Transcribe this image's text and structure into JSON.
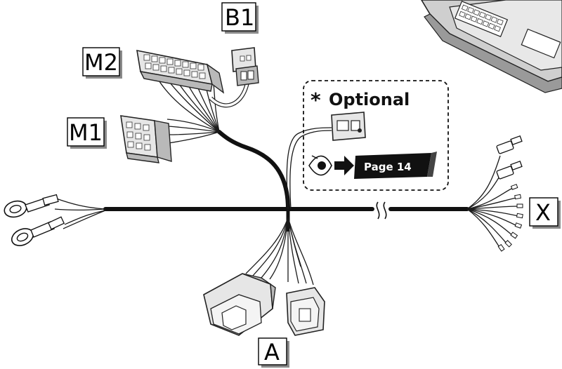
{
  "labels": {
    "b1": "B1",
    "m2": "M2",
    "m1": "M1",
    "x": "X",
    "a": "A"
  },
  "optional": {
    "asterisk": "*",
    "text": "Optional",
    "page_link": "Page 14"
  },
  "icons": {
    "eye": "eye-icon",
    "arrow": "arrow-right-icon"
  },
  "colors": {
    "wire": "#111111",
    "connector": "#e6e6e6",
    "page_badge": "#111111"
  }
}
